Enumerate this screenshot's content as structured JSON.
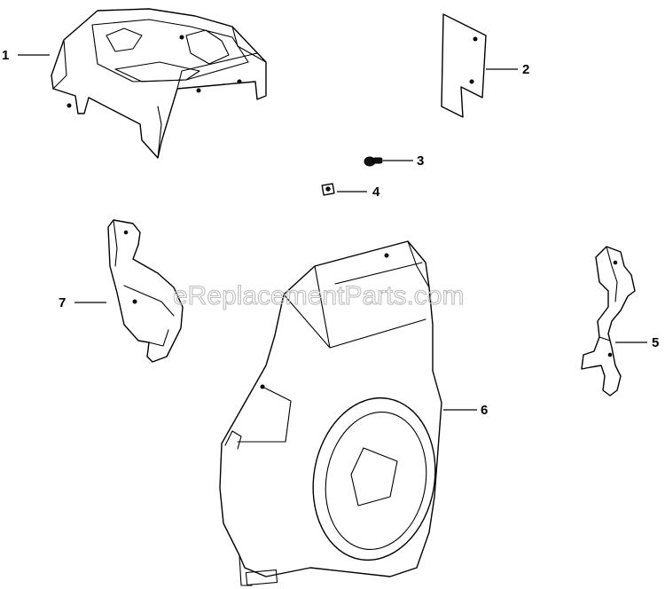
{
  "watermark": "eReplacementParts.com",
  "callouts": [
    {
      "id": "1",
      "label": "1"
    },
    {
      "id": "2",
      "label": "2"
    },
    {
      "id": "3",
      "label": "3"
    },
    {
      "id": "4",
      "label": "4"
    },
    {
      "id": "5",
      "label": "5"
    },
    {
      "id": "6",
      "label": "6"
    },
    {
      "id": "7",
      "label": "7"
    }
  ]
}
